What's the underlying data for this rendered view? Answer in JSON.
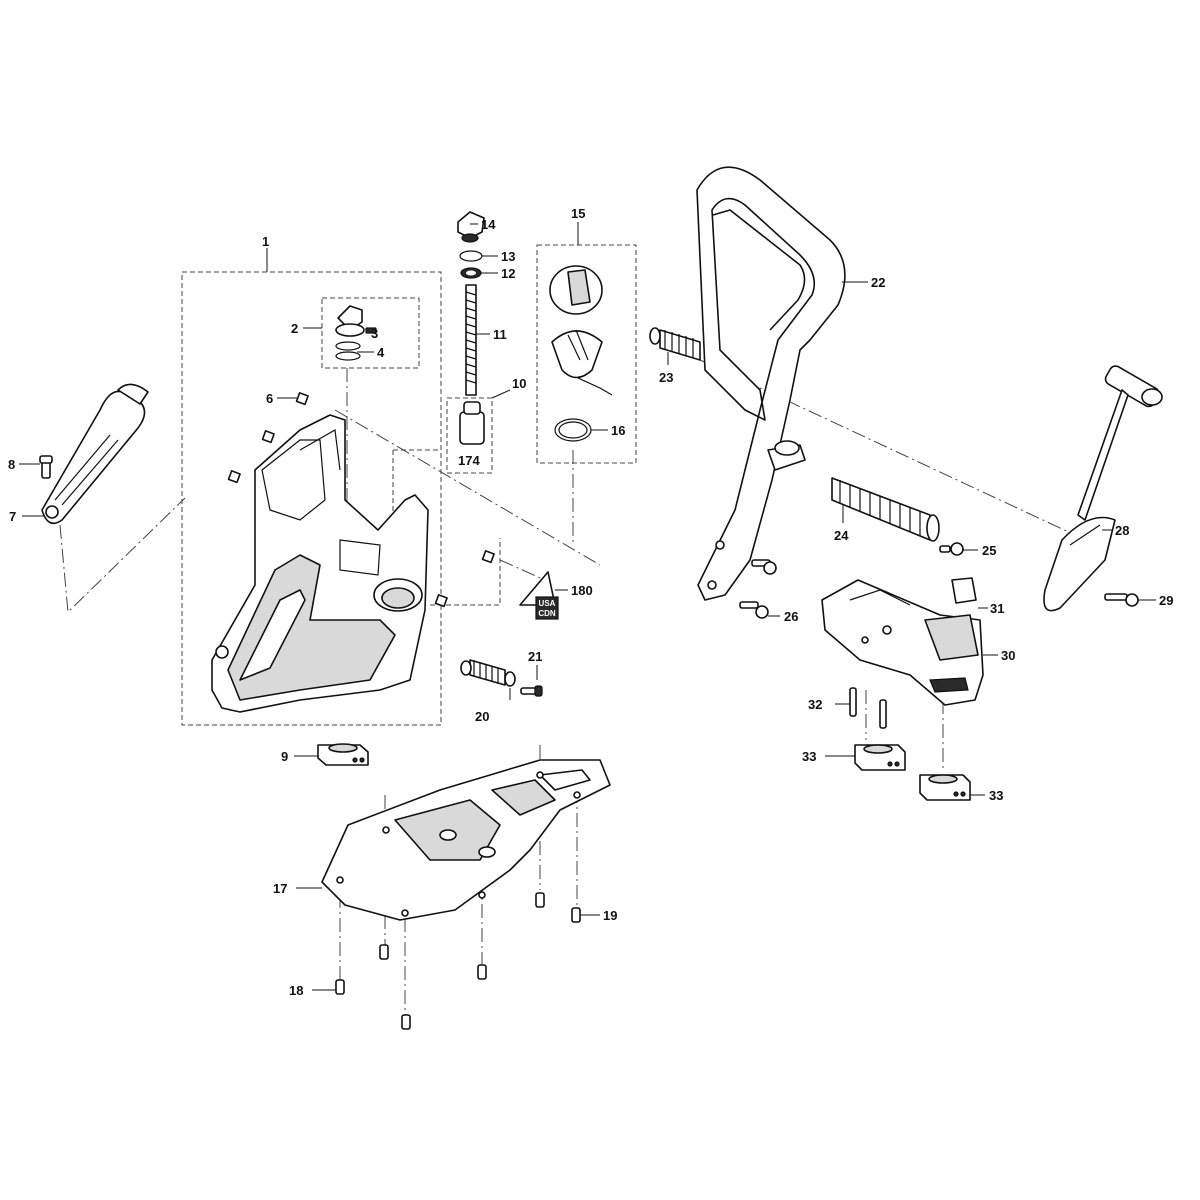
{
  "labels": {
    "p1": "1",
    "p2": "2",
    "p3": "3",
    "p4": "4",
    "p6": "6",
    "p7": "7",
    "p8": "8",
    "p9": "9",
    "p10": "10",
    "p11": "11",
    "p12": "12",
    "p13": "13",
    "p14": "14",
    "p15": "15",
    "p16": "16",
    "p17": "17",
    "p18": "18",
    "p19": "19",
    "p20": "20",
    "p21": "21",
    "p22": "22",
    "p23": "23",
    "p24": "24",
    "p25": "25",
    "p26": "26",
    "p28": "28",
    "p29": "29",
    "p30": "30",
    "p31": "31",
    "p32": "32",
    "p33a": "33",
    "p33b": "33",
    "p174": "174",
    "p180": "180"
  },
  "decal": {
    "line1": "USA",
    "line2": "CDN"
  },
  "colors": {
    "ink": "#111111",
    "fill": "#ffffff",
    "shade": "#d9d9d9"
  }
}
